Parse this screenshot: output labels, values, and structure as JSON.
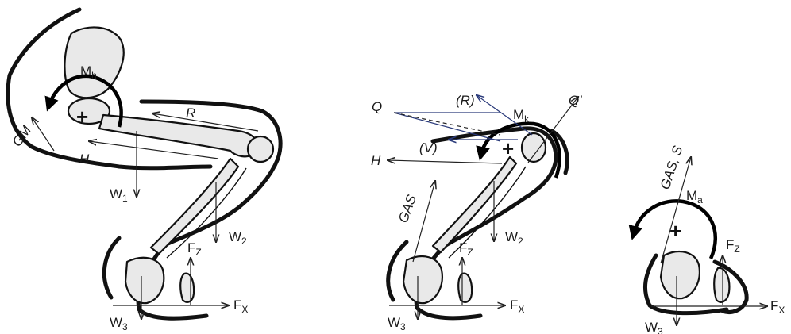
{
  "figure": {
    "panel_hip": {
      "moment": {
        "main": "M",
        "sub": "h"
      },
      "sign": "+",
      "labels": {
        "GM": "GM",
        "R": "R",
        "H": "H",
        "W1": {
          "main": "W",
          "sub": "1"
        },
        "W2": {
          "main": "W",
          "sub": "2"
        },
        "W3": {
          "main": "W",
          "sub": "3"
        },
        "FZ": {
          "main": "F",
          "sub": "Z"
        },
        "FX": {
          "main": "F",
          "sub": "X"
        }
      }
    },
    "panel_knee": {
      "moment": {
        "main": "M",
        "sub": "k"
      },
      "sign": "+",
      "labels": {
        "Q": "Q",
        "Qp": "Q'",
        "R": "(R)",
        "V": "(V)",
        "H": "H",
        "GAS": "GAS",
        "W2": {
          "main": "W",
          "sub": "2"
        },
        "W3": {
          "main": "W",
          "sub": "3"
        },
        "FZ": {
          "main": "F",
          "sub": "Z"
        },
        "FX": {
          "main": "F",
          "sub": "X"
        }
      }
    },
    "panel_ankle": {
      "moment": {
        "main": "M",
        "sub": "a"
      },
      "sign": "+",
      "labels": {
        "GASS": "GAS, S",
        "W3": {
          "main": "W",
          "sub": "3"
        },
        "FZ": {
          "main": "F",
          "sub": "Z"
        },
        "FX": {
          "main": "F",
          "sub": "X"
        }
      }
    }
  }
}
